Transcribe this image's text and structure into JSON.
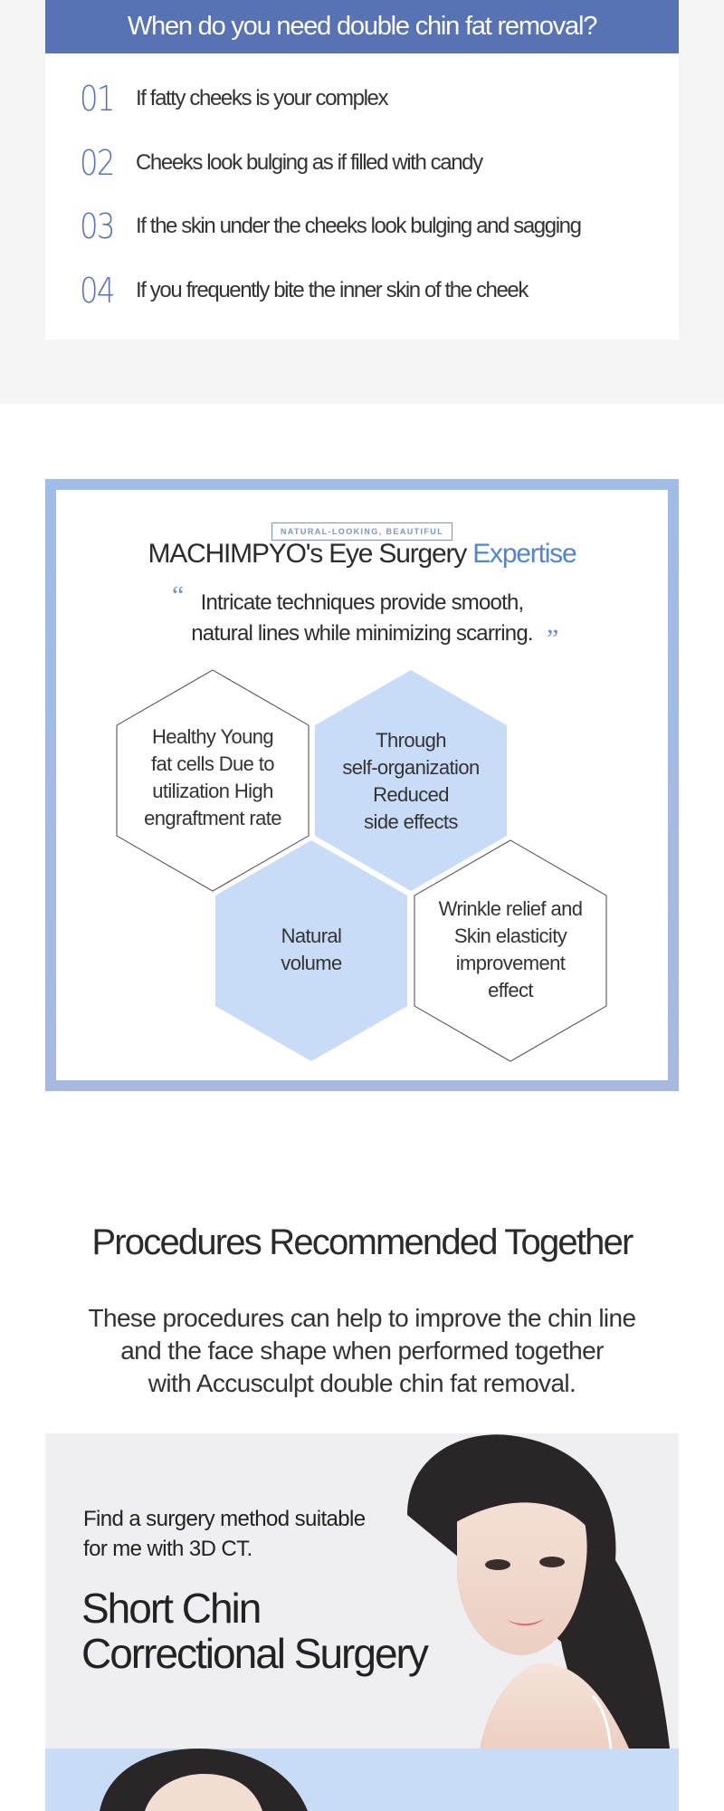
{
  "need_section": {
    "title": "When do you need double chin fat removal?",
    "items": [
      {
        "num": "01",
        "text": "If fatty cheeks is your complex"
      },
      {
        "num": "02",
        "text": "Cheeks look bulging as if filled with candy"
      },
      {
        "num": "03",
        "text": "If the skin under the cheeks look bulging and sagging"
      },
      {
        "num": "04",
        "text": "If you frequently bite the inner skin of the cheek"
      }
    ]
  },
  "expertise": {
    "tagline": "NATURAL-LOOKING, BEAUTIFUL",
    "title_main": "MACHIMPYO's Eye Surgery ",
    "title_highlight": "Expertise",
    "quote_line1": "Intricate techniques provide smooth,",
    "quote_line2": "natural lines while minimizing scarring.",
    "quote_open": "“",
    "quote_close": "”",
    "hexagons": [
      {
        "label": "Healthy Young fat cells Due to utilization High engraftment rate",
        "lines": [
          "Healthy Young",
          "fat cells Due to",
          "utilization High",
          "engraftment rate"
        ],
        "filled": false
      },
      {
        "label": "Through self-organization Reduced side effects",
        "lines": [
          "Through",
          "self-organization",
          "Reduced",
          "side effects"
        ],
        "filled": true
      },
      {
        "label": "Natural volume",
        "lines": [
          "Natural",
          "volume"
        ],
        "filled": true
      },
      {
        "label": "Wrinkle relief and Skin elasticity improvement effect",
        "lines": [
          "Wrinkle relief and",
          "Skin elasticity",
          "improvement",
          "effect"
        ],
        "filled": false
      }
    ]
  },
  "recommended": {
    "title": "Procedures Recommended Together",
    "desc_line1": "These procedures can help to improve the chin line",
    "desc_line2": "and the face shape when performed together",
    "desc_line3": "with Accusculpt double chin fat removal."
  },
  "promo": {
    "small_line1": "Find a surgery method suitable",
    "small_line2": "for me with 3D CT.",
    "big_line1": "Short Chin",
    "big_line2": "Correctional Surgery"
  },
  "colors": {
    "brand_blue": "#5773b3",
    "accent_blue": "#4f86cf",
    "hex_fill": "#c8dcf7"
  }
}
